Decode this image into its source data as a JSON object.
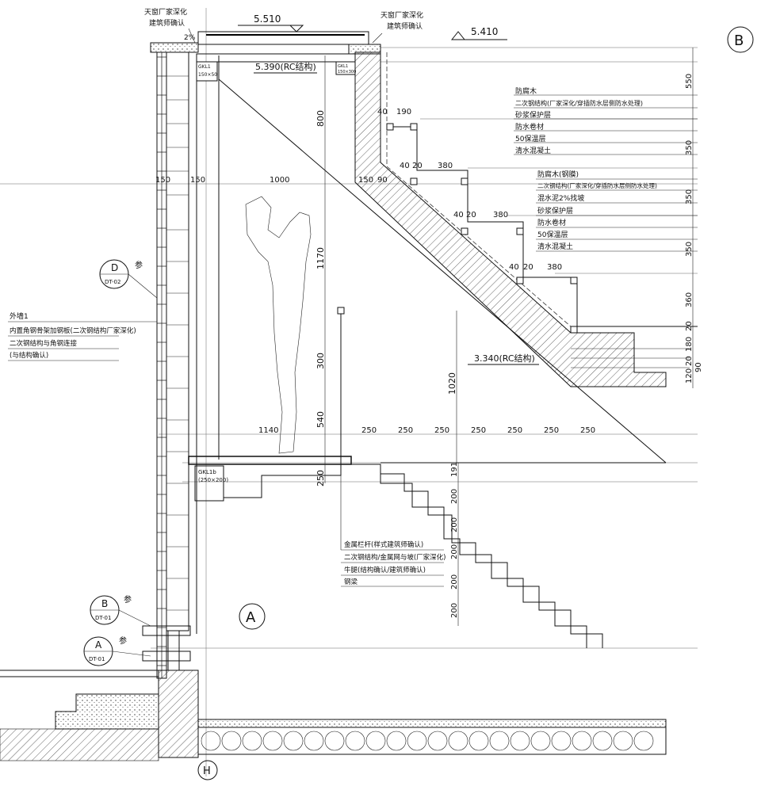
{
  "elevations": {
    "top": "5.510",
    "right": "5.410",
    "rc_top": "5.390(RC结构)",
    "rc_mid": "3.340(RC结构)"
  },
  "grid_bubbles": {
    "b": "B",
    "a": "A",
    "h": "H"
  },
  "callouts": {
    "skylight_left": [
      "天窗厂家深化",
      "建筑师确认"
    ],
    "skylight_right": [
      "天窗厂家深化",
      "建筑师确认"
    ],
    "slope_pct": "2%"
  },
  "beams": {
    "gkl1": [
      "GKL1",
      "150×50"
    ],
    "gkl_right": [
      "GKL1",
      "150×300"
    ],
    "gkl1b": [
      "GKL1b",
      "(250×200)"
    ]
  },
  "legend_top": [
    "防腐木",
    "二次钢结构(厂家深化/穿插防水层侧防水处理)",
    "砂浆保护层",
    "防水卷材",
    "50保温层",
    "清水混凝土"
  ],
  "legend_mid": [
    "防腐木(钢膜)",
    "二次钢结构(厂家深化/穿插防水层侧防水处理)",
    "混水泥2%找坡",
    "砂浆保护层",
    "防水卷材",
    "50保温层",
    "清水混凝土"
  ],
  "legend_wall": {
    "title": "外墙1",
    "items": [
      "内置角钢骨架加钢板(二次钢结构厂家深化)",
      "二次钢结构与角钢连接",
      "(与结构确认)"
    ]
  },
  "legend_rail": [
    "金属栏杆(样式建筑师确认)",
    "二次钢结构/金属网与坡(厂家深化)",
    "牛腿(结构确认/建筑师确认)",
    "钢梁"
  ],
  "detail_refs": [
    {
      "letter": "D",
      "sheet": "DT-02",
      "note": "参"
    },
    {
      "letter": "B",
      "sheet": "DT-01",
      "note": "参"
    },
    {
      "letter": "A",
      "sheet": "DT-01",
      "note": "参"
    }
  ],
  "dims": {
    "top_row": [
      "150",
      "150",
      "1000",
      "150",
      "90"
    ],
    "step_a": [
      "40",
      "190"
    ],
    "step_b": [
      "40",
      "20",
      "380"
    ],
    "step_c": [
      "40",
      "20",
      "380"
    ],
    "step_d": [
      "40",
      "20",
      "380"
    ],
    "vertical_left": [
      "800",
      "1170",
      "300",
      "540",
      "250"
    ],
    "vertical_mid": [
      "1020"
    ],
    "floor_left": "1140",
    "floor_run": [
      "250",
      "250",
      "250",
      "250",
      "250",
      "250",
      "250"
    ],
    "stair_right": [
      "191",
      "200",
      "200",
      "200",
      "200",
      "200"
    ],
    "far_right": [
      "550",
      "350",
      "350",
      "350",
      "360",
      "20",
      "180",
      "20",
      "120",
      "90"
    ]
  }
}
